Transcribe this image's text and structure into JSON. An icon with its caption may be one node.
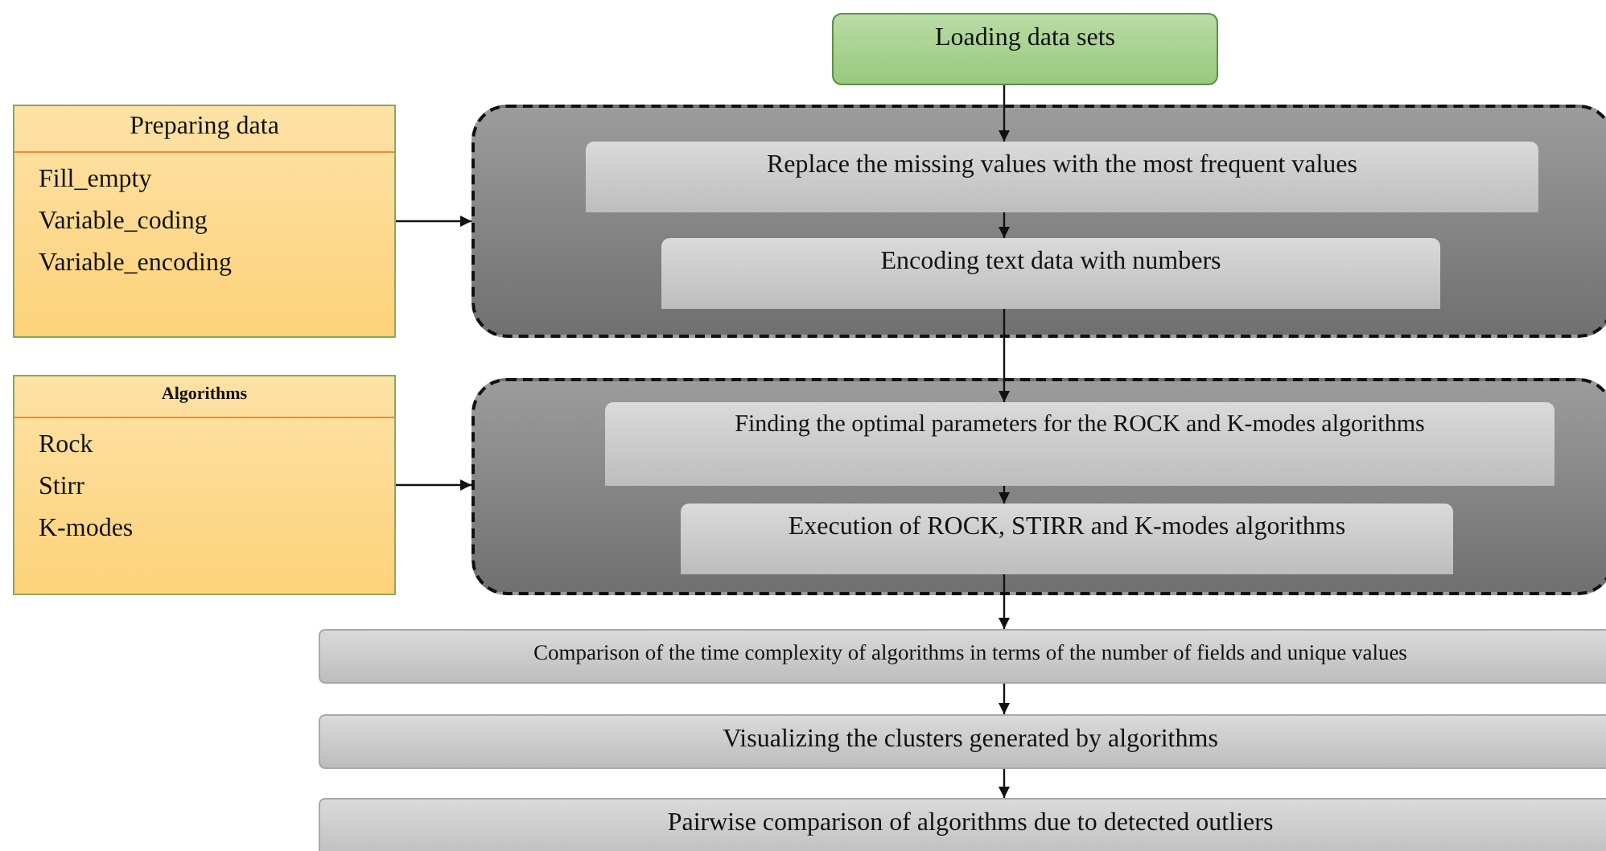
{
  "diagram": {
    "nodes": [
      {
        "text": [
          "Loading data sets"
        ]
      },
      {
        "text": [
          "Preparing data",
          "Fill_empty",
          "Variable_coding",
          "Variable_encoding"
        ]
      },
      {
        "text": [],
        "shape": "box"
      },
      {
        "text": [
          "Replace the missing values with the most frequent values"
        ],
        "in": 2
      },
      {
        "text": [
          "Encoding text data with numbers"
        ],
        "in": 2
      },
      {
        "text": [
          "Algorithms",
          "Rock",
          "Stirr",
          "K-modes"
        ]
      },
      {
        "text": [],
        "shape": "box"
      },
      {
        "text": [
          "Finding the optimal parameters for the ROCK and K-modes algorithms"
        ],
        "in": 6
      },
      {
        "text": [
          "Execution of ROCK, STIRR and K-modes algorithms"
        ],
        "in": 6
      },
      {
        "text": [
          "Comparison of the time complexity of algorithms in terms of the number of fields and unique values"
        ]
      },
      {
        "text": [
          "Visualizing the clusters generated by algorithms"
        ]
      },
      {
        "text": [
          "Pairwise comparison of algorithms due to detected outliers"
        ]
      }
    ],
    "edges": [
      {
        "from": 0,
        "to": 3,
        "arrow": "to"
      },
      {
        "from": 3,
        "to": 4,
        "arrow": "to"
      },
      {
        "from": 1,
        "to": 2,
        "arrow": "to"
      },
      {
        "from": 4,
        "to": 7,
        "arrow": "to"
      },
      {
        "from": 7,
        "to": 8,
        "arrow": "to"
      },
      {
        "from": 5,
        "to": 6,
        "arrow": "to"
      },
      {
        "from": 8,
        "to": 9,
        "arrow": "to"
      },
      {
        "from": 9,
        "to": 10,
        "arrow": "to"
      },
      {
        "from": 10,
        "to": 11,
        "arrow": "to"
      }
    ]
  }
}
